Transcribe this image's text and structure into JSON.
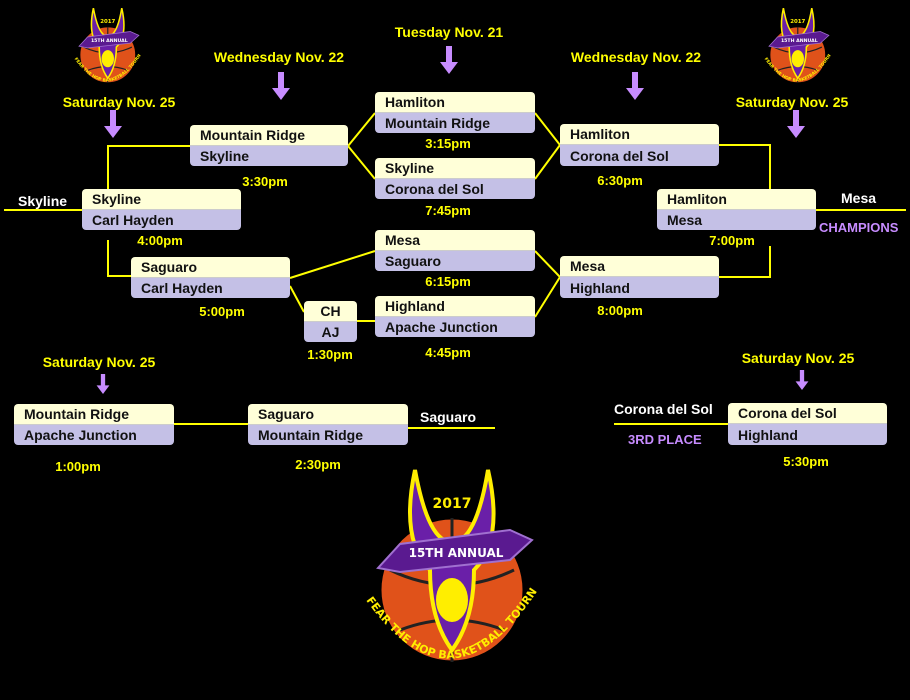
{
  "dates": {
    "tuesday": "Tuesday Nov. 21",
    "wednesday_left": "Wednesday Nov. 22",
    "wednesday_right": "Wednesday Nov. 22",
    "saturday_left": "Saturday Nov. 25",
    "saturday_right": "Saturday Nov. 25",
    "saturday_consolation": "Saturday Nov. 25",
    "saturday_third": "Saturday Nov. 25"
  },
  "matches": [
    {
      "team1": "Hamliton",
      "team2": "Mountain Ridge",
      "time": "3:15pm"
    },
    {
      "team1": "Skyline",
      "team2": "Corona del Sol",
      "time": "7:45pm"
    },
    {
      "team1": "Mesa",
      "team2": "Saguaro",
      "time": "6:15pm"
    },
    {
      "team1": "Highland",
      "team2": "Apache Junction",
      "time": "4:45pm"
    },
    {
      "team1": "Mountain Ridge",
      "team2": "Skyline",
      "time": "3:30pm"
    },
    {
      "team1": "Skyline",
      "team2": "Carl Hayden",
      "time": "4:00pm"
    },
    {
      "team1": "Saguaro",
      "team2": "Carl Hayden",
      "time": "5:00pm"
    },
    {
      "team1": "CH",
      "team2": "AJ",
      "time": "1:30pm"
    },
    {
      "team1": "Hamliton",
      "team2": "Corona del Sol",
      "time": "6:30pm"
    },
    {
      "team1": "Mesa",
      "team2": "Highland",
      "time": "8:00pm"
    },
    {
      "team1": "Hamliton",
      "team2": "Mesa",
      "time": "7:00pm"
    },
    {
      "team1": "Mountain Ridge",
      "team2": "Apache Junction",
      "time": "1:00pm"
    },
    {
      "team1": "Saguaro",
      "team2": "Mountain Ridge",
      "time": "2:30pm"
    },
    {
      "team1": "Corona del Sol",
      "team2": "Highland",
      "time": "5:30pm"
    }
  ],
  "results": {
    "left_winner": "Skyline",
    "champion": "Mesa",
    "champions_label": "CHAMPIONS",
    "consolation_winner": "Saguaro",
    "third_place_team": "Corona del Sol",
    "third_place_label": "3RD PLACE"
  },
  "logo": {
    "year": "2017",
    "banner": "15TH ANNUAL",
    "name": "FEAR THE HOP BASKETBALL TOURNAMENT"
  },
  "colors": {
    "accent": "#ffff00",
    "purple": "#c78cff",
    "team_top": "#ffffd8",
    "team_bottom": "#c4c0e6"
  }
}
